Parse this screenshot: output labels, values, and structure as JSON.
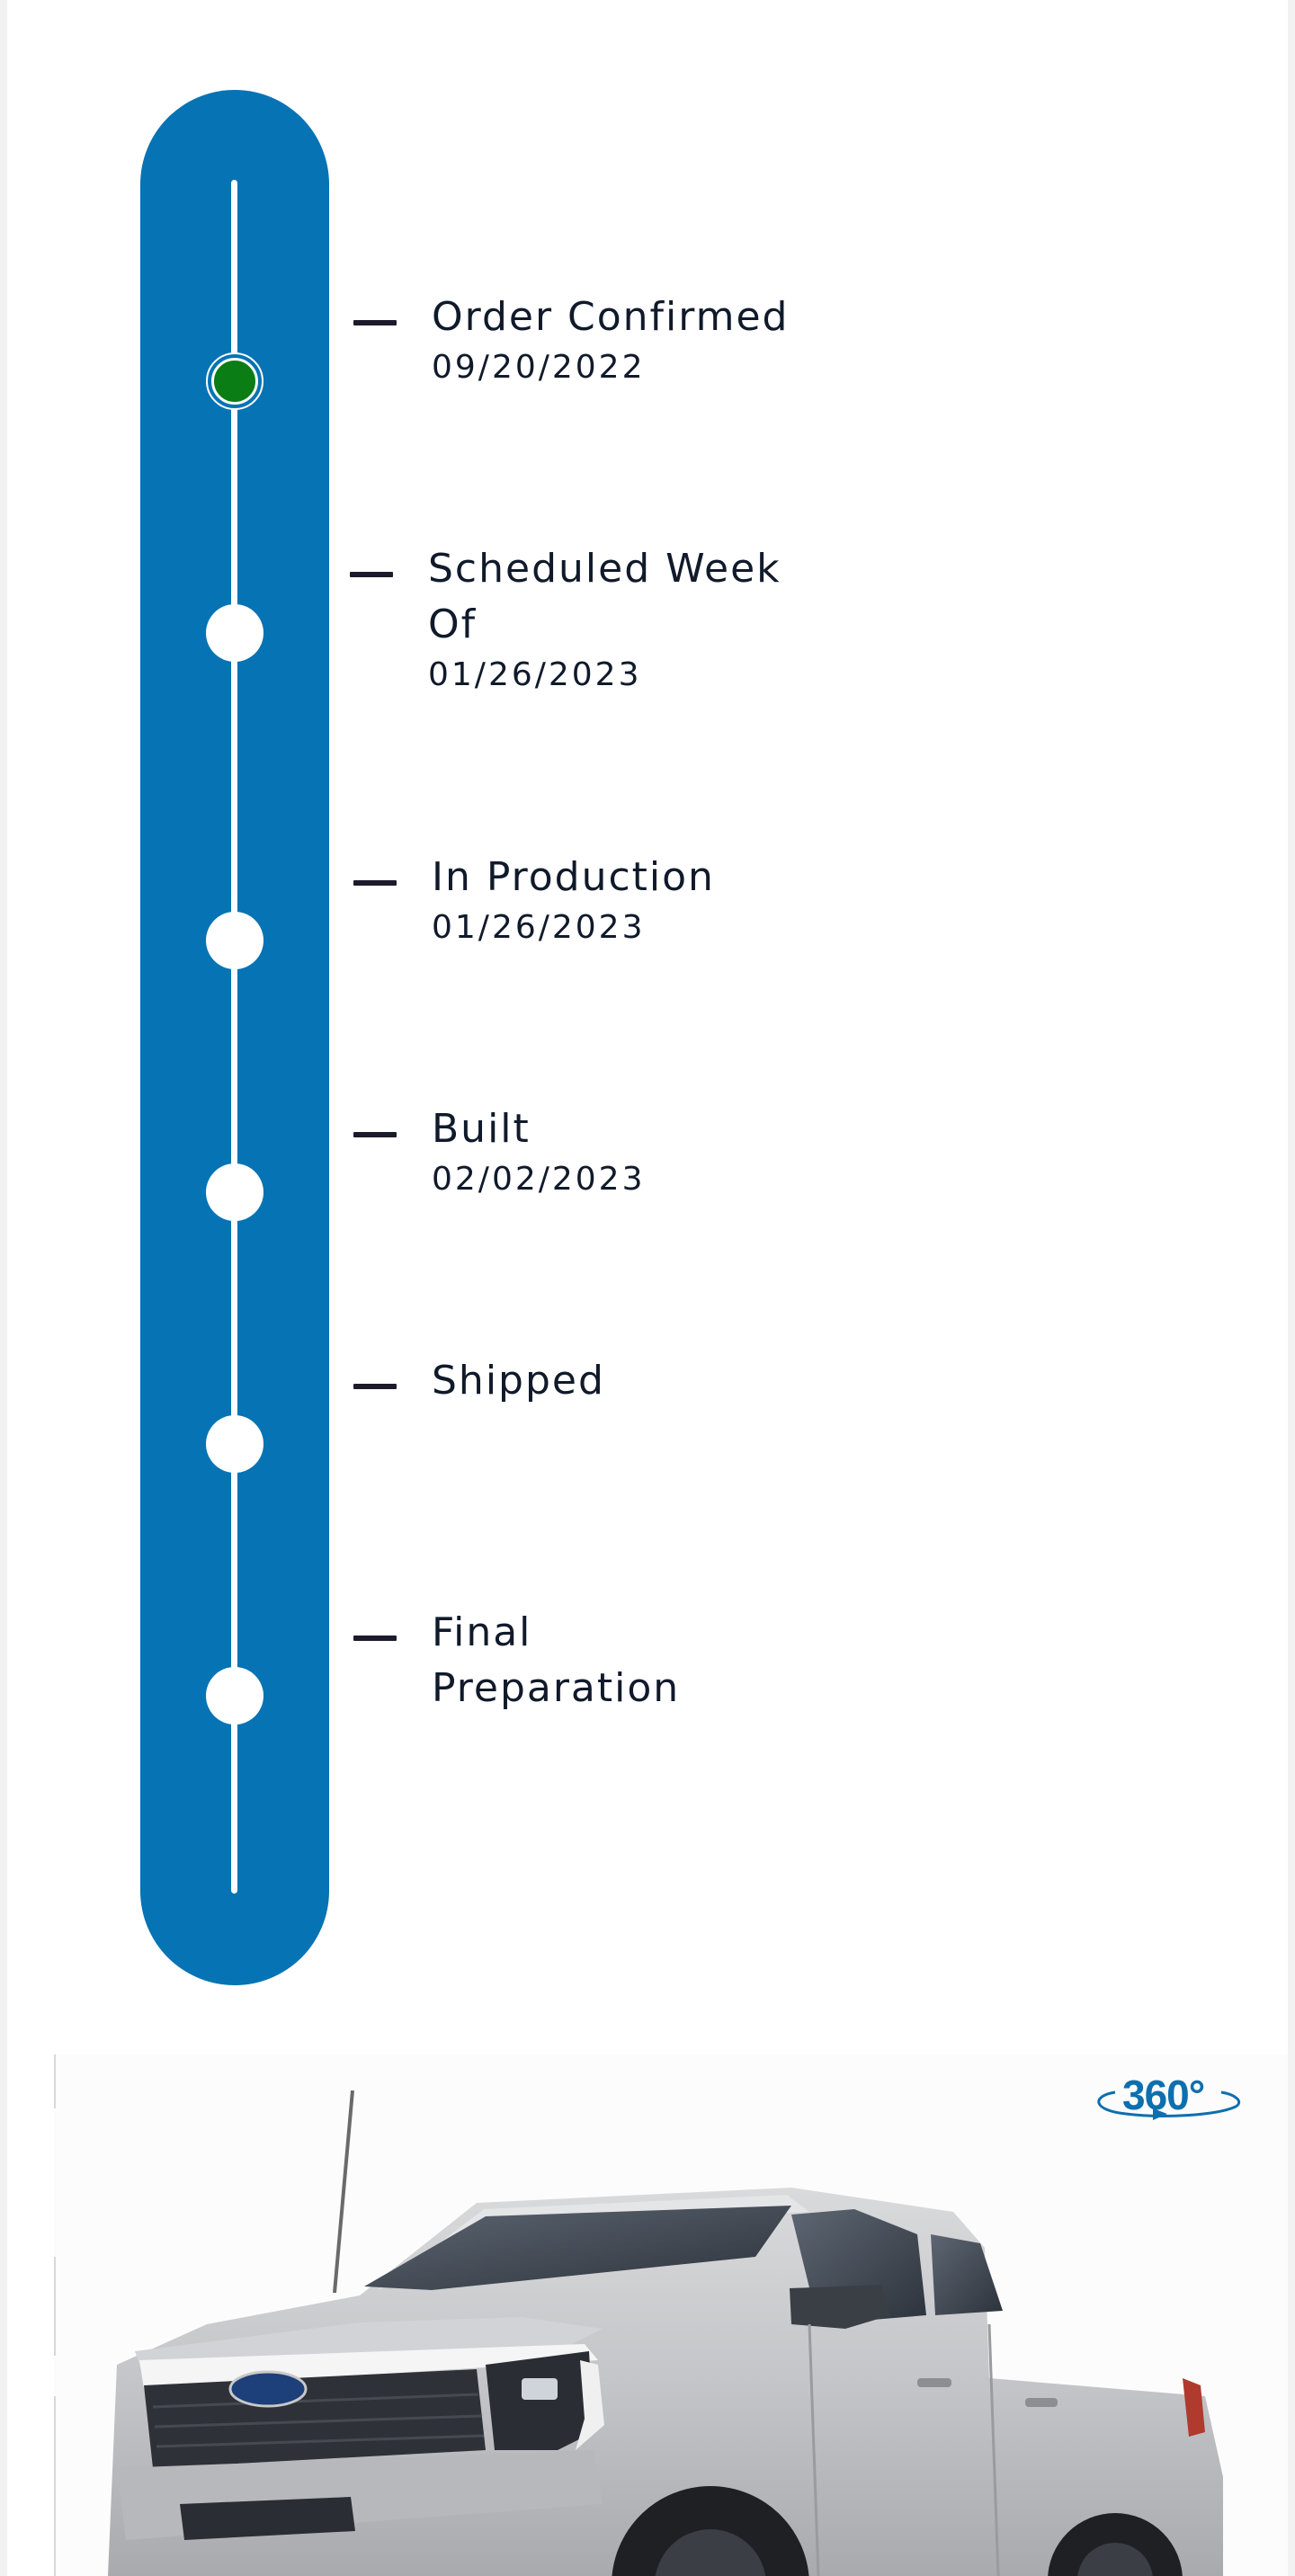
{
  "timeline": {
    "steps": [
      {
        "title": "Order Confirmed",
        "date": "09/20/2022",
        "status": "complete"
      },
      {
        "title": "Scheduled Week\nOf",
        "date": "01/26/2023",
        "status": "pending"
      },
      {
        "title": "In Production",
        "date": "01/26/2023",
        "status": "pending"
      },
      {
        "title": "Built",
        "date": "02/02/2023",
        "status": "pending"
      },
      {
        "title": "Shipped",
        "date": "",
        "status": "pending"
      },
      {
        "title": "Final\nPreparation",
        "date": "",
        "status": "pending"
      }
    ]
  },
  "vehicle": {
    "view_badge": "360°",
    "rotate_icon": "rotate-360-icon",
    "colors": {
      "track": "#0673b4",
      "active_dot": "#0a7d14",
      "badge": "#0d6fae"
    }
  }
}
